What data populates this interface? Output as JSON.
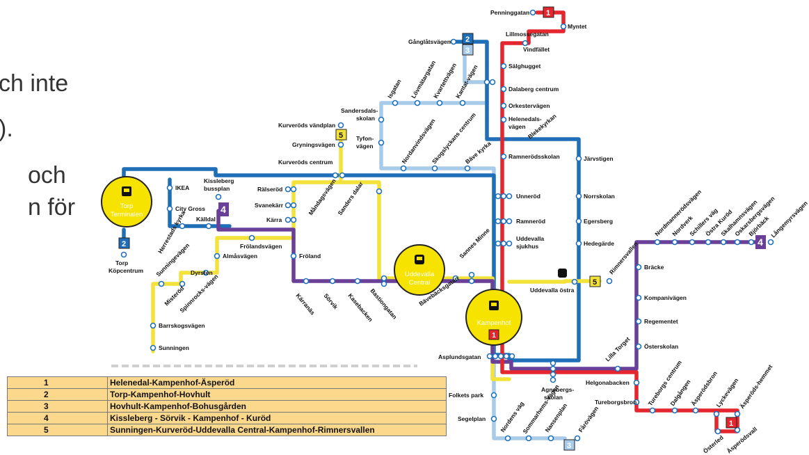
{
  "slide_text": [
    "ch inte",
    ").",
    "och",
    "n för"
  ],
  "hubs": {
    "torp": [
      "Torp",
      "Terminalen"
    ],
    "central": [
      "Uddevalla",
      "Central"
    ],
    "kampenhof": [
      "Kampenhof"
    ]
  },
  "route_badges": {
    "r1": "1",
    "r2": "2",
    "r3": "3",
    "r4": "4",
    "r5": "5"
  },
  "colors": {
    "line1": "#e4262f",
    "line2": "#1f6fb8",
    "line3": "#a9cbea",
    "line4": "#6a3f97",
    "line5": "#f3e23a",
    "hub": "#f7e300",
    "legend_bg": "#fbd88c"
  },
  "stops": {
    "penninggatan": "Penninggatan",
    "myntet": "Myntet",
    "lillmossegatan": "Lillmossegatan",
    "vindfallet": "Vindfället",
    "salghugget": "Sälghugget",
    "dalaberg": "Dalaberg centrum",
    "orkestervagen": "Orkestervägen",
    "helenedalsvagen": "Helenedals-\nvägen",
    "blekebyrkan": "Blekekyrkan",
    "ramnerodsskolan": "Ramnerödsskolan",
    "jarvstigen": "Järvstigen",
    "unnerod": "Unneröd",
    "norrskolan": "Norrskolan",
    "ramnerod": "Ramneröd",
    "egersberg": "Egersberg",
    "uddevalla_sjukhus": "Uddevalla\nsjukhus",
    "hedegarde": "Hedegärde",
    "uddevalla_ostra": "Uddevalla östra",
    "rimnersvallen": "Rimnersvallen",
    "gangletsvagen": "Gånglåtsvägen",
    "isgatan": "Isgatan",
    "lovmatargatan": "Lövmätargatan",
    "kvartettvagen": "Kvartettvägen",
    "kantatvagen": "Kantat-\nvägen",
    "sandersdalsskolan": "Sandersdals-\nskolan",
    "tyfonvagen": "Tyfon-\nvägen",
    "nordanvindsvagen": "Nordanvindsvägen",
    "skogslyckans": "Skogslyckans centrum",
    "bave_kyrka": "Bäve kyrka",
    "kurverods_vandplan": "Kurveröds vändplan",
    "gryningsvagen": "Gryningsvägen",
    "kurverods_centrum": "Kurveröds centrum",
    "ikea": "IKEA",
    "city_gross": "City Gross",
    "kalldal": "Källdal",
    "kissleberg_bussplan": "Kissleberg\nbussplan",
    "ralserod": "Rälseröd",
    "svanekarr": "Svanekärr",
    "karra": "Kärra",
    "mandagsvagen": "Måndagsvägen",
    "sanders_dalar": "Sanders dalar",
    "herrestads_kyrka": "Herrestads\nkyrka",
    "frolandsvagen": "Frölandsvägen",
    "almasvagen": "Almåsvägen",
    "froland": "Fröland",
    "sunningevagen": "Sunningevägen",
    "dyrsten": "Dyrsten",
    "misterod": "Misteröd",
    "spinnrocksvagen": "Spinnrocks-\nvägen",
    "barrskogsvagen": "Barrskogsvägen",
    "sunningen": "Sunningen",
    "torp_kopcentrum": "Torp\nKöpcentrum",
    "karranas": "Kärranäs",
    "sorvik": "Sörvik",
    "kasebacken": "Kasebacken",
    "bastiongatan": "Bastiongatan",
    "sannes_minne": "Sannes\nMinne",
    "bavebackegatan": "Bävebäcksgatan",
    "asplundsgatan": "Asplundsgatan",
    "folkets_park": "Folkets park",
    "segelplan": "Segelplan",
    "nordens_vag": "Nordens väg",
    "sommarhemsvagen": "Sommarhems-\nvägen",
    "nansenplan": "Nansenplan",
    "farovagen": "Fårövägen",
    "agnebergsskolan": "Agnebergs-\nskolan",
    "helgonabacken": "Helgonabacken",
    "tureborgsbron": "Tureborgsbron",
    "tureborgs_centrum": "Tureborgs centrum",
    "dalgangen": "Dalgången",
    "asperodsbron": "Äsperödsbron",
    "lyckevagen": "Lyckevägen",
    "asperodshemmet": "Äsperöds-\nhemmet",
    "osterled": "Österled",
    "asperodsvall": "Äsperöds-\nvall",
    "lilla_torget": "Lilla Torget",
    "osterskolan": "Österskolan",
    "regementet": "Regementet",
    "kompanivagen": "Kompanivägen",
    "bracke": "Bräcke",
    "nordmannerodsvagen": "Nordmannerödsvägen",
    "nordverk": "Nordverk",
    "schillers_vag": "Schillers väg",
    "ostra_kurod": "Östra Kuröd",
    "skalhamnsvagen": "Skalhamnsvägen",
    "oskarsbergsvagen": "Oskarsbergsvägen",
    "bjorback": "Björbäck",
    "langemyrsvagen": "Långemyrsvägen"
  },
  "legend": [
    {
      "num": "1",
      "name": "Helenedal-Kampenhof-Äsperöd"
    },
    {
      "num": "2",
      "name": "Torp-Kampenhof-Hovhult"
    },
    {
      "num": "3",
      "name": "Hovhult-Kampenhof-Bohusgården"
    },
    {
      "num": "4",
      "name": "Kissleberg - Sörvik - Kampenhof - Kuröd"
    },
    {
      "num": "5",
      "name": "Sunningen-Kurveröd-Uddevalla Central-Kampenhof-Rimnersvallen"
    }
  ]
}
